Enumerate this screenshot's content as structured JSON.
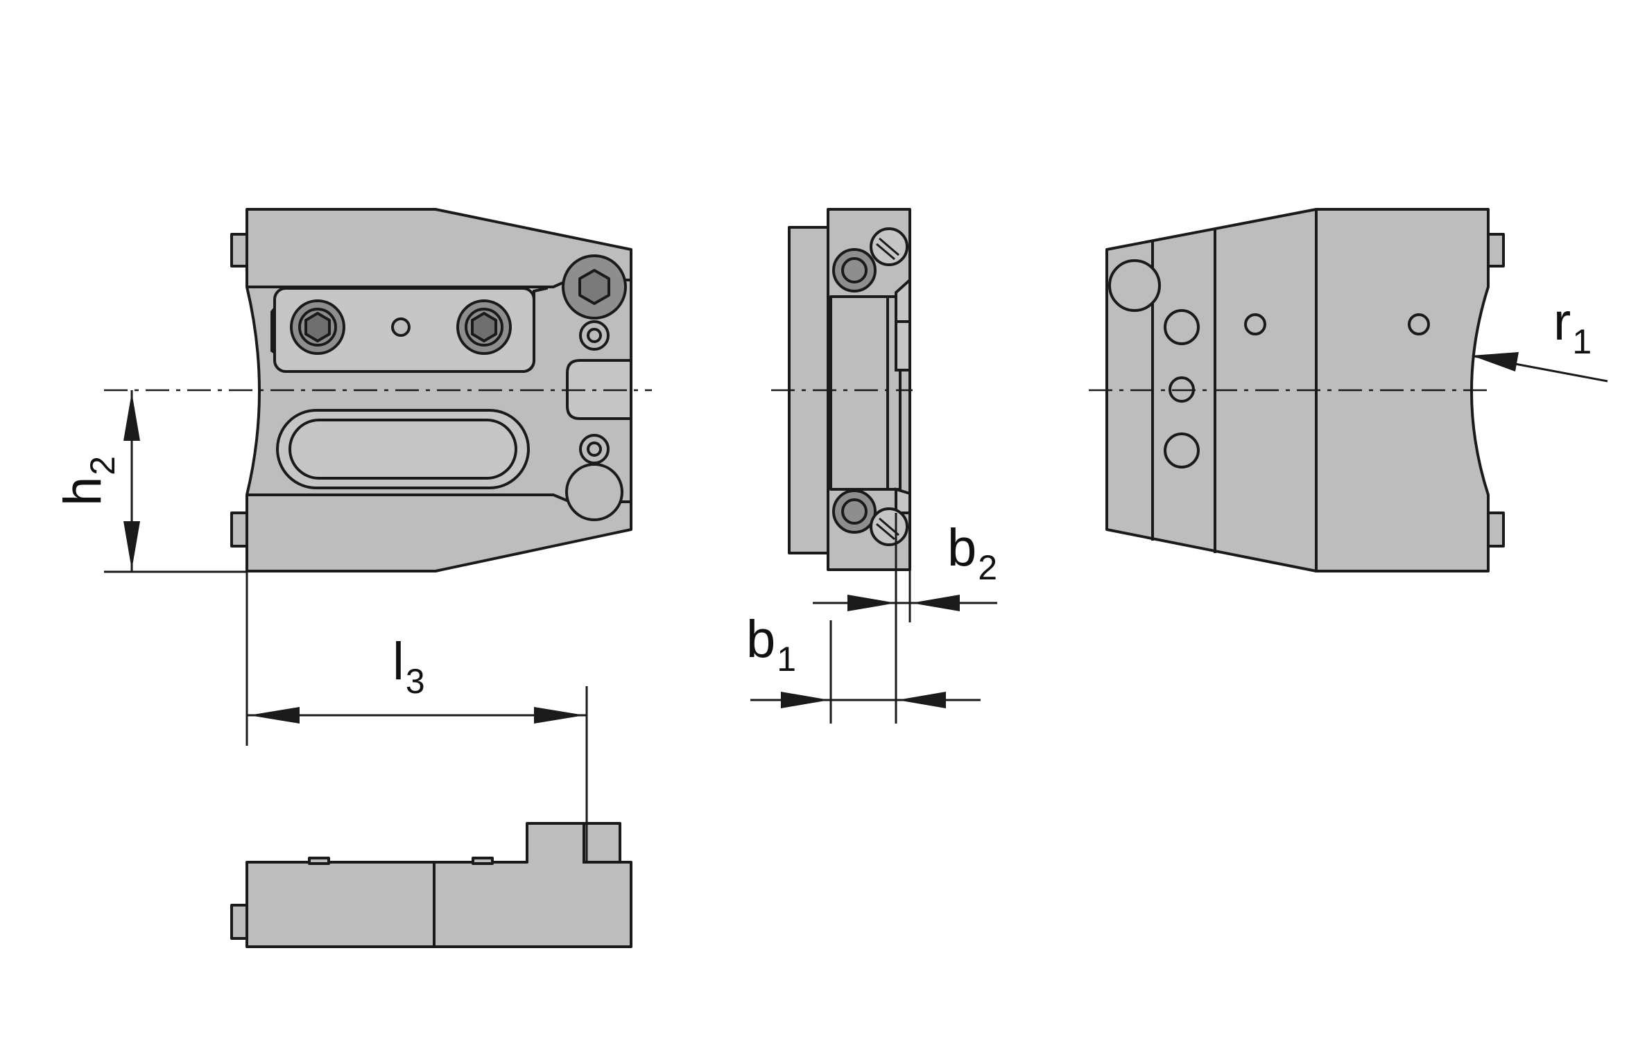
{
  "dimensions": {
    "h2": {
      "letter": "h",
      "index": "2"
    },
    "l3": {
      "letter": "l",
      "index": "3"
    },
    "b1": {
      "letter": "b",
      "index": "1"
    },
    "b2": {
      "letter": "b",
      "index": "2"
    },
    "r1": {
      "letter": "r",
      "index": "1"
    }
  },
  "colors": {
    "body": "#bdbdbd",
    "screw": "#8e8e8e",
    "lines": "#1a1a1a"
  }
}
